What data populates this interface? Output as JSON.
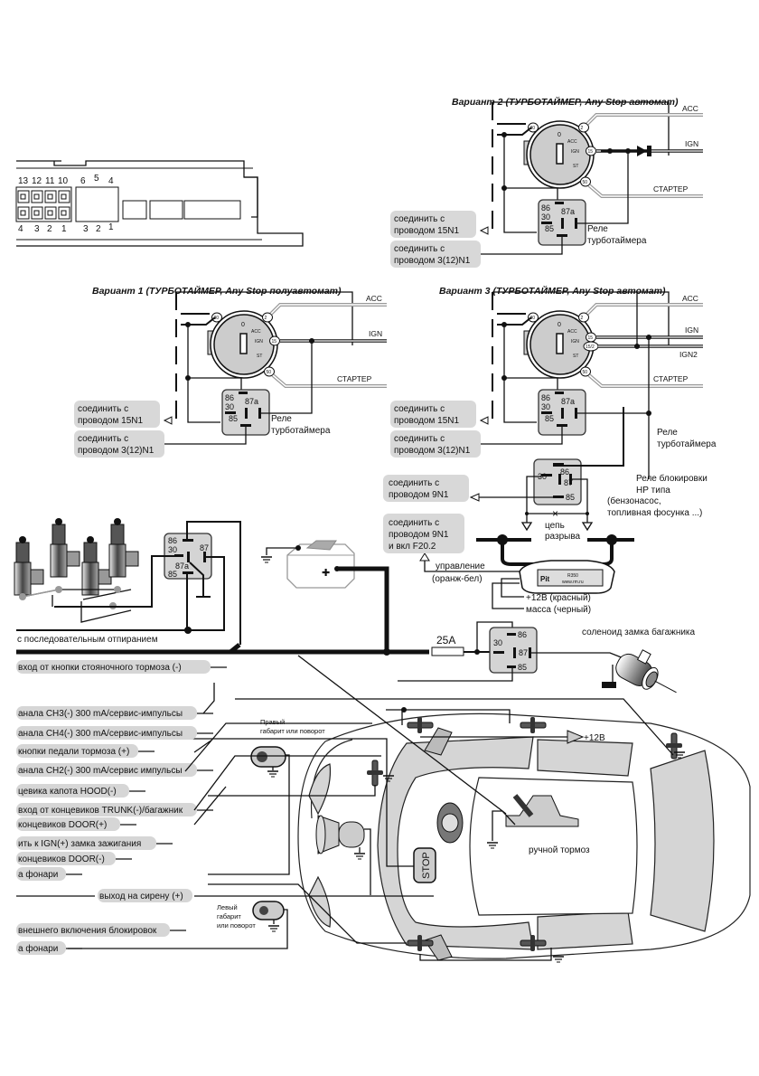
{
  "connector": {
    "top_pins_left": [
      "13",
      "12",
      "11",
      "10"
    ],
    "bottom_pins_left": [
      "4",
      "3",
      "2",
      "1"
    ],
    "top_pins_right": [
      "6",
      "5",
      "4"
    ],
    "bottom_pins_right": [
      "3",
      "2",
      "1"
    ]
  },
  "variant2": {
    "title": "Вариант 2 (ТУРБОТАЙМЕР, Any Stop автомат)",
    "wire_acc": "ACC",
    "wire_ign": "IGN",
    "wire_starter": "СТАРТЕР",
    "switch_pins": [
      "30",
      "2",
      "15",
      "50"
    ],
    "switch_positions": [
      "0",
      "ACC",
      "IGN",
      "ST"
    ],
    "relay_pins": [
      "86",
      "30",
      "87a",
      "85"
    ],
    "relay_label": [
      "Реле",
      "турботаймера"
    ],
    "connect1": [
      "соединить с",
      "проводом 15N1"
    ],
    "connect2": [
      "соединить с",
      "проводом 3(12)N1"
    ]
  },
  "variant1": {
    "title": "Вариант 1 (ТУРБОТАЙМЕР, Any Stop полуавтомат)",
    "wire_acc": "ACC",
    "wire_ign": "IGN",
    "wire_starter": "СТАРТЕР",
    "switch_pins": [
      "30",
      "2",
      "15",
      "50"
    ],
    "switch_positions": [
      "0",
      "ACC",
      "IGN",
      "ST"
    ],
    "relay_pins": [
      "86",
      "30",
      "87a",
      "85"
    ],
    "relay_label": [
      "Реле",
      "турботаймера"
    ],
    "connect1": [
      "соединить с",
      "проводом 15N1"
    ],
    "connect2": [
      "соединить с",
      "проводом 3(12)N1"
    ]
  },
  "variant3": {
    "title": "Вариант 3 (ТУРБОТАЙМЕР, Any Stop автомат)",
    "wire_acc": "ACC",
    "wire_ign": "IGN",
    "wire_ign2": "IGN2",
    "wire_starter": "СТАРТЕР",
    "switch_pins": [
      "30",
      "2",
      "15",
      "15/2",
      "50"
    ],
    "switch_positions": [
      "0",
      "ACC",
      "IGN",
      "ST"
    ],
    "relay_pins": [
      "86",
      "30",
      "87a",
      "85"
    ],
    "relay_label": [
      "Реле",
      "турботаймера"
    ],
    "connect1": [
      "соединить с",
      "проводом 15N1"
    ],
    "connect2": [
      "соединить с",
      "проводом 3(12)N1"
    ]
  },
  "blocking": {
    "relay_pins": [
      "30",
      "86",
      "87",
      "85"
    ],
    "relay_label": [
      "Реле блокировки",
      "НР типа",
      "(бензонасос,",
      "топливная фосунка ...)"
    ],
    "connect_9n1": [
      "соединить с",
      "проводом 9N1"
    ],
    "connect_9n1_f20": [
      "соединить с",
      "проводом 9N1",
      "и вкл F20.2"
    ],
    "break_label": [
      "цепь",
      "разрыва"
    ],
    "control_label": [
      "управление",
      "(оранж-бел)"
    ],
    "plus12_label": "+12В (красный)",
    "ground_label": "масса (черный)",
    "module_brand": "Pit",
    "module_model": "R350",
    "module_site": "www.rm.ru"
  },
  "locks": {
    "caption": "с последовательным отпиранием",
    "relay_pins": [
      "86",
      "30",
      "87",
      "87a",
      "85"
    ]
  },
  "trunk": {
    "fuse_label": "25A",
    "relay_pins": [
      "86",
      "30",
      "87",
      "85"
    ],
    "solenoid_label": "соленоид замка багажника"
  },
  "wire_labels": [
    "вход от кнопки стояночного тормоза (-)",
    "анала CH3(-) 300 mA/сервис-импульсы",
    "анала CH4(-) 300 mA/сервис-импульсы",
    "кнопки педали тормоза (+)",
    "анала CH2(-) 300 mA/сервис импульсы",
    "цевика капота HOOD(-)",
    "вход от концевиков TRUNK(-)/багажник",
    "концевиков DOOR(+)",
    "ить к IGN(+) замка зажигания",
    "концевиков DOOR(-)",
    "а фонари",
    "выход на сирену (+)",
    "внешнего включения блокировок",
    "а фонари"
  ],
  "car": {
    "right_light": [
      "Правый",
      "габарит или поворот"
    ],
    "left_light": [
      "Левый",
      "габарит",
      "или поворот"
    ],
    "plus12": "+12В",
    "stop": "STOP",
    "handbrake": "ручной тормоз"
  }
}
